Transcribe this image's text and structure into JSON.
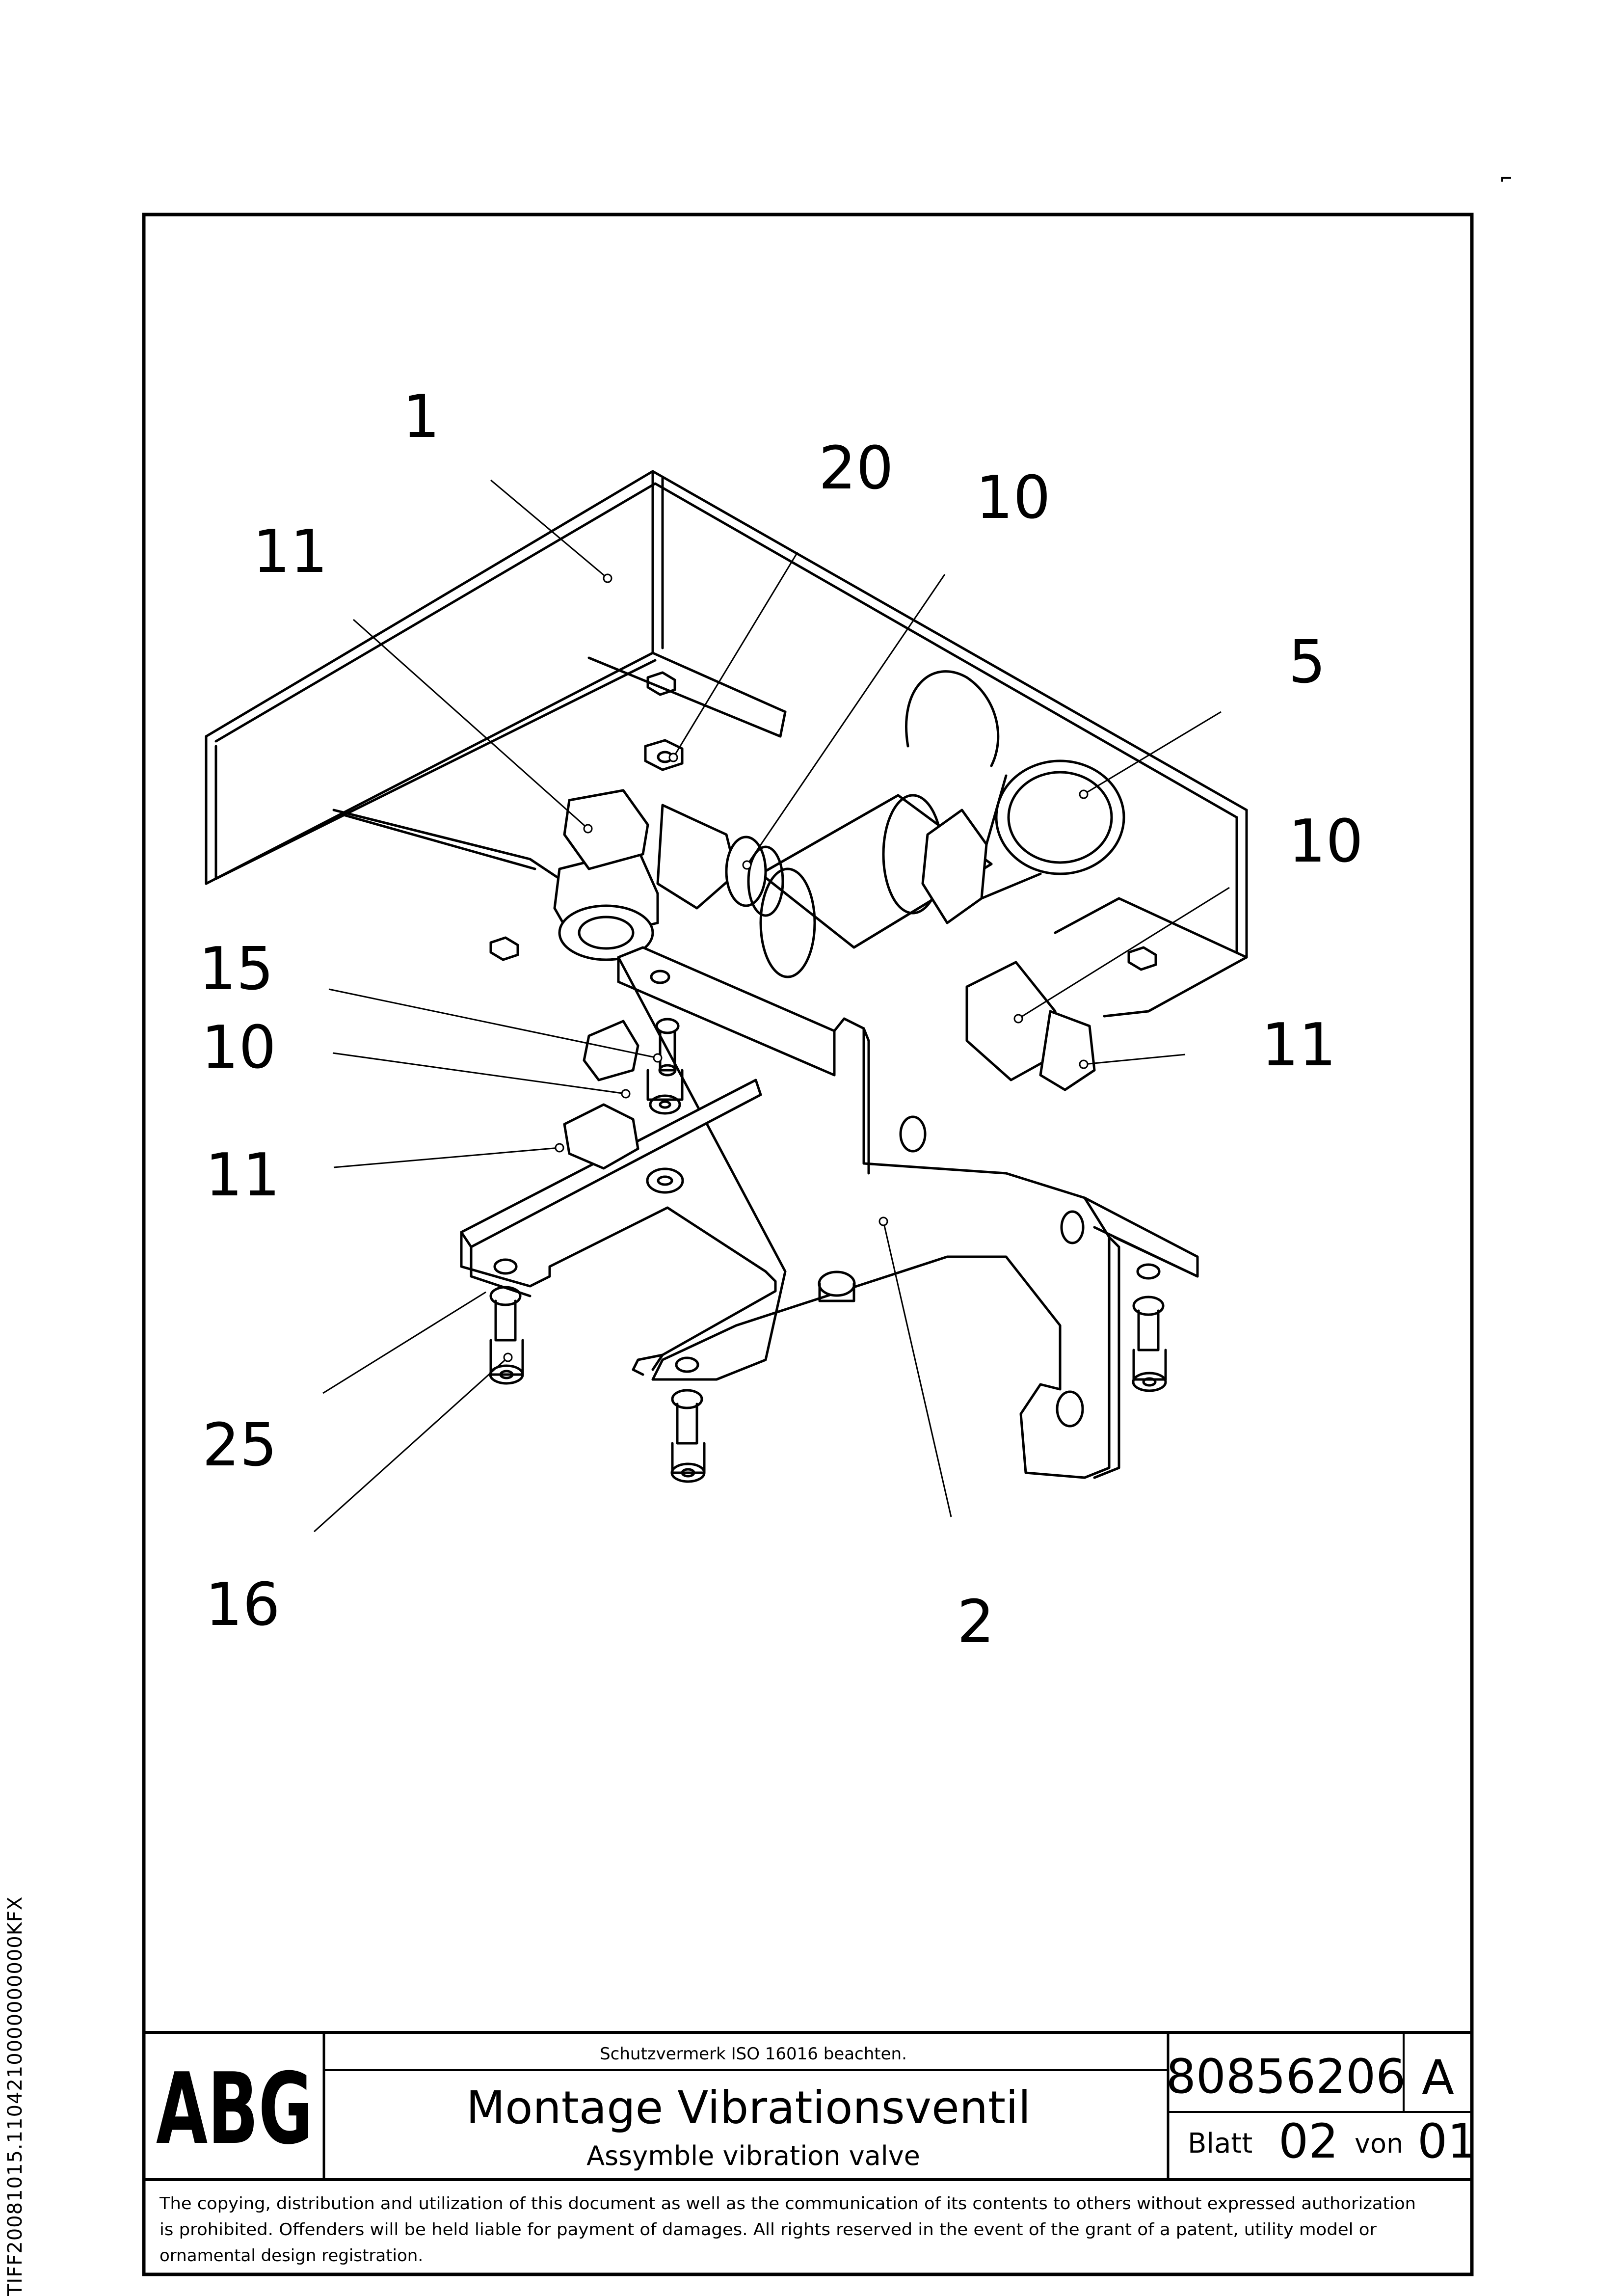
{
  "side_code": "TIFF20081015.1104210000000000KFX",
  "callouts": [
    "1",
    "20",
    "10",
    "11",
    "5",
    "10",
    "15",
    "10",
    "11",
    "11",
    "25",
    "16",
    "2"
  ],
  "title_block": {
    "logo": "ABG",
    "protection_notice": "Schutzvermerk ISO 16016 beachten.",
    "title_de": "Montage Vibrationsventil",
    "title_en": "Assymble vibration valve",
    "drawing_number": "80856206",
    "revision": "A",
    "sheet_label": "Blatt",
    "sheet_number": "02",
    "of_label": "von",
    "sheet_total": "01",
    "copyright": [
      "The copying, distribution and utilization of this document as well as the communication of its contents to others without expressed authorization",
      "is prohibited. Offenders will be held liable for payment of damages. All rights reserved in the event of the grant of a patent, utility model or",
      "ornamental design registration."
    ]
  }
}
